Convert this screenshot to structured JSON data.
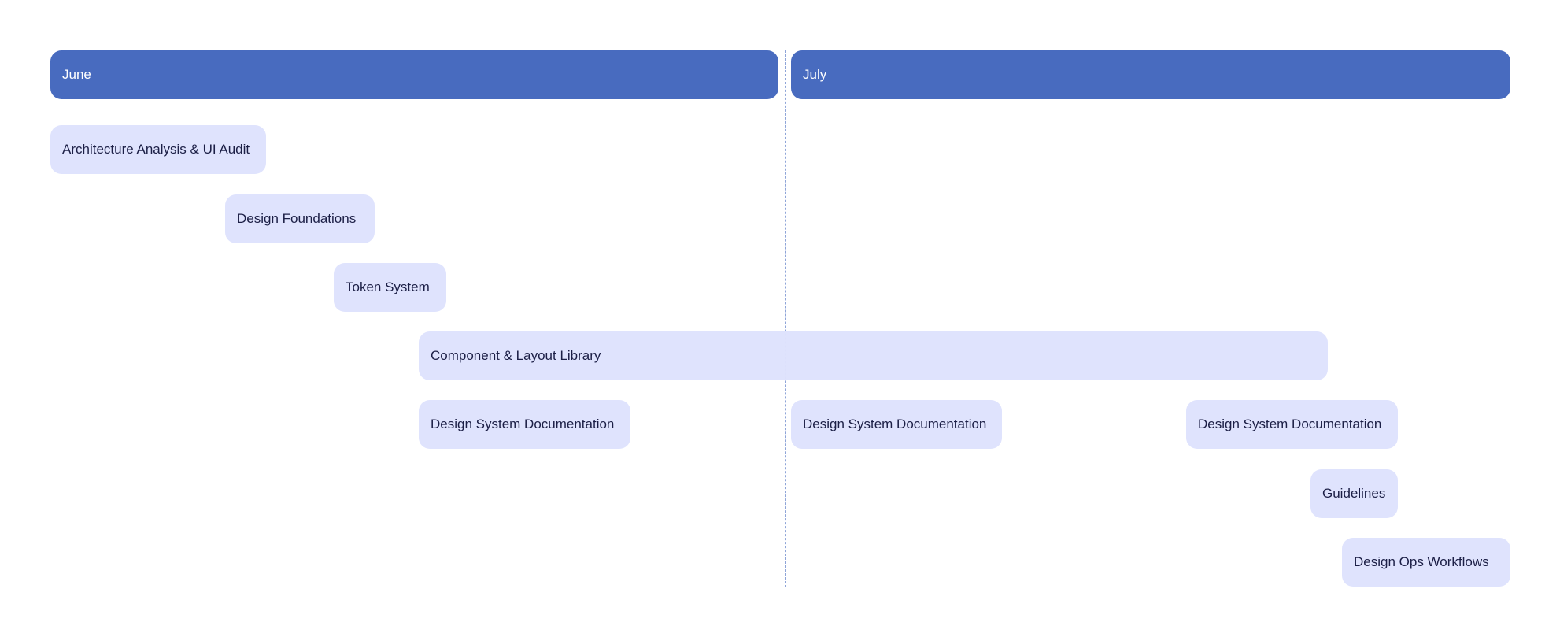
{
  "timeline": {
    "months": [
      {
        "label": "June"
      },
      {
        "label": "July"
      }
    ],
    "tasks": [
      {
        "label": "Architecture Analysis & UI Audit"
      },
      {
        "label": "Design Foundations"
      },
      {
        "label": "Token System"
      },
      {
        "label": "Component & Layout Library"
      },
      {
        "label": "Design System Documentation"
      },
      {
        "label": "Design System Documentation"
      },
      {
        "label": "Design System Documentation"
      },
      {
        "label": "Guidelines"
      },
      {
        "label": "Design Ops Workflows"
      }
    ]
  },
  "colors": {
    "month_bar": "#486bbf",
    "task_bar": "#dee2fd",
    "task_text": "#1c1f46",
    "divider": "#8fa5d8"
  }
}
